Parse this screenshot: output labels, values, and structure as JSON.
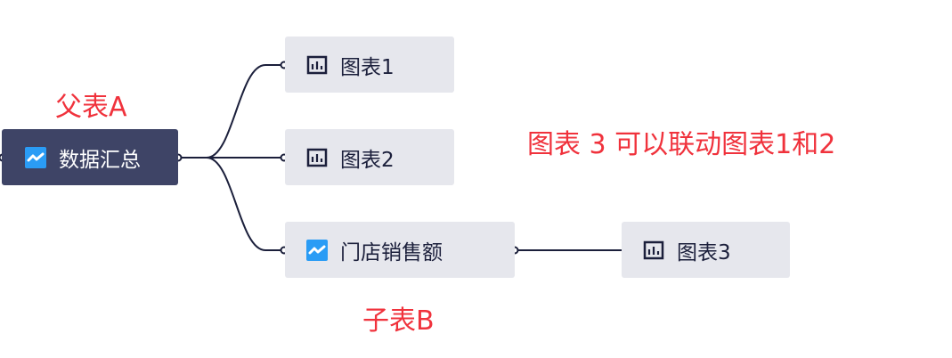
{
  "root": {
    "label": "数据汇总",
    "icon": "line-chart-icon"
  },
  "children": [
    {
      "label": "图表1",
      "icon": "bar-chart-icon"
    },
    {
      "label": "图表2",
      "icon": "bar-chart-icon"
    },
    {
      "label": "门店销售额",
      "icon": "line-chart-icon",
      "children": [
        {
          "label": "图表3",
          "icon": "bar-chart-icon"
        }
      ]
    }
  ],
  "annotations": {
    "parent": "父表A",
    "child": "子表B",
    "note": "图表 3 可以联动图表1和2"
  },
  "colors": {
    "link": "#1b1f3b",
    "root_bg": "#3e4466",
    "node_bg": "#e6e7ed",
    "accent": "#2a9cf5",
    "annotation": "#f0323c"
  }
}
